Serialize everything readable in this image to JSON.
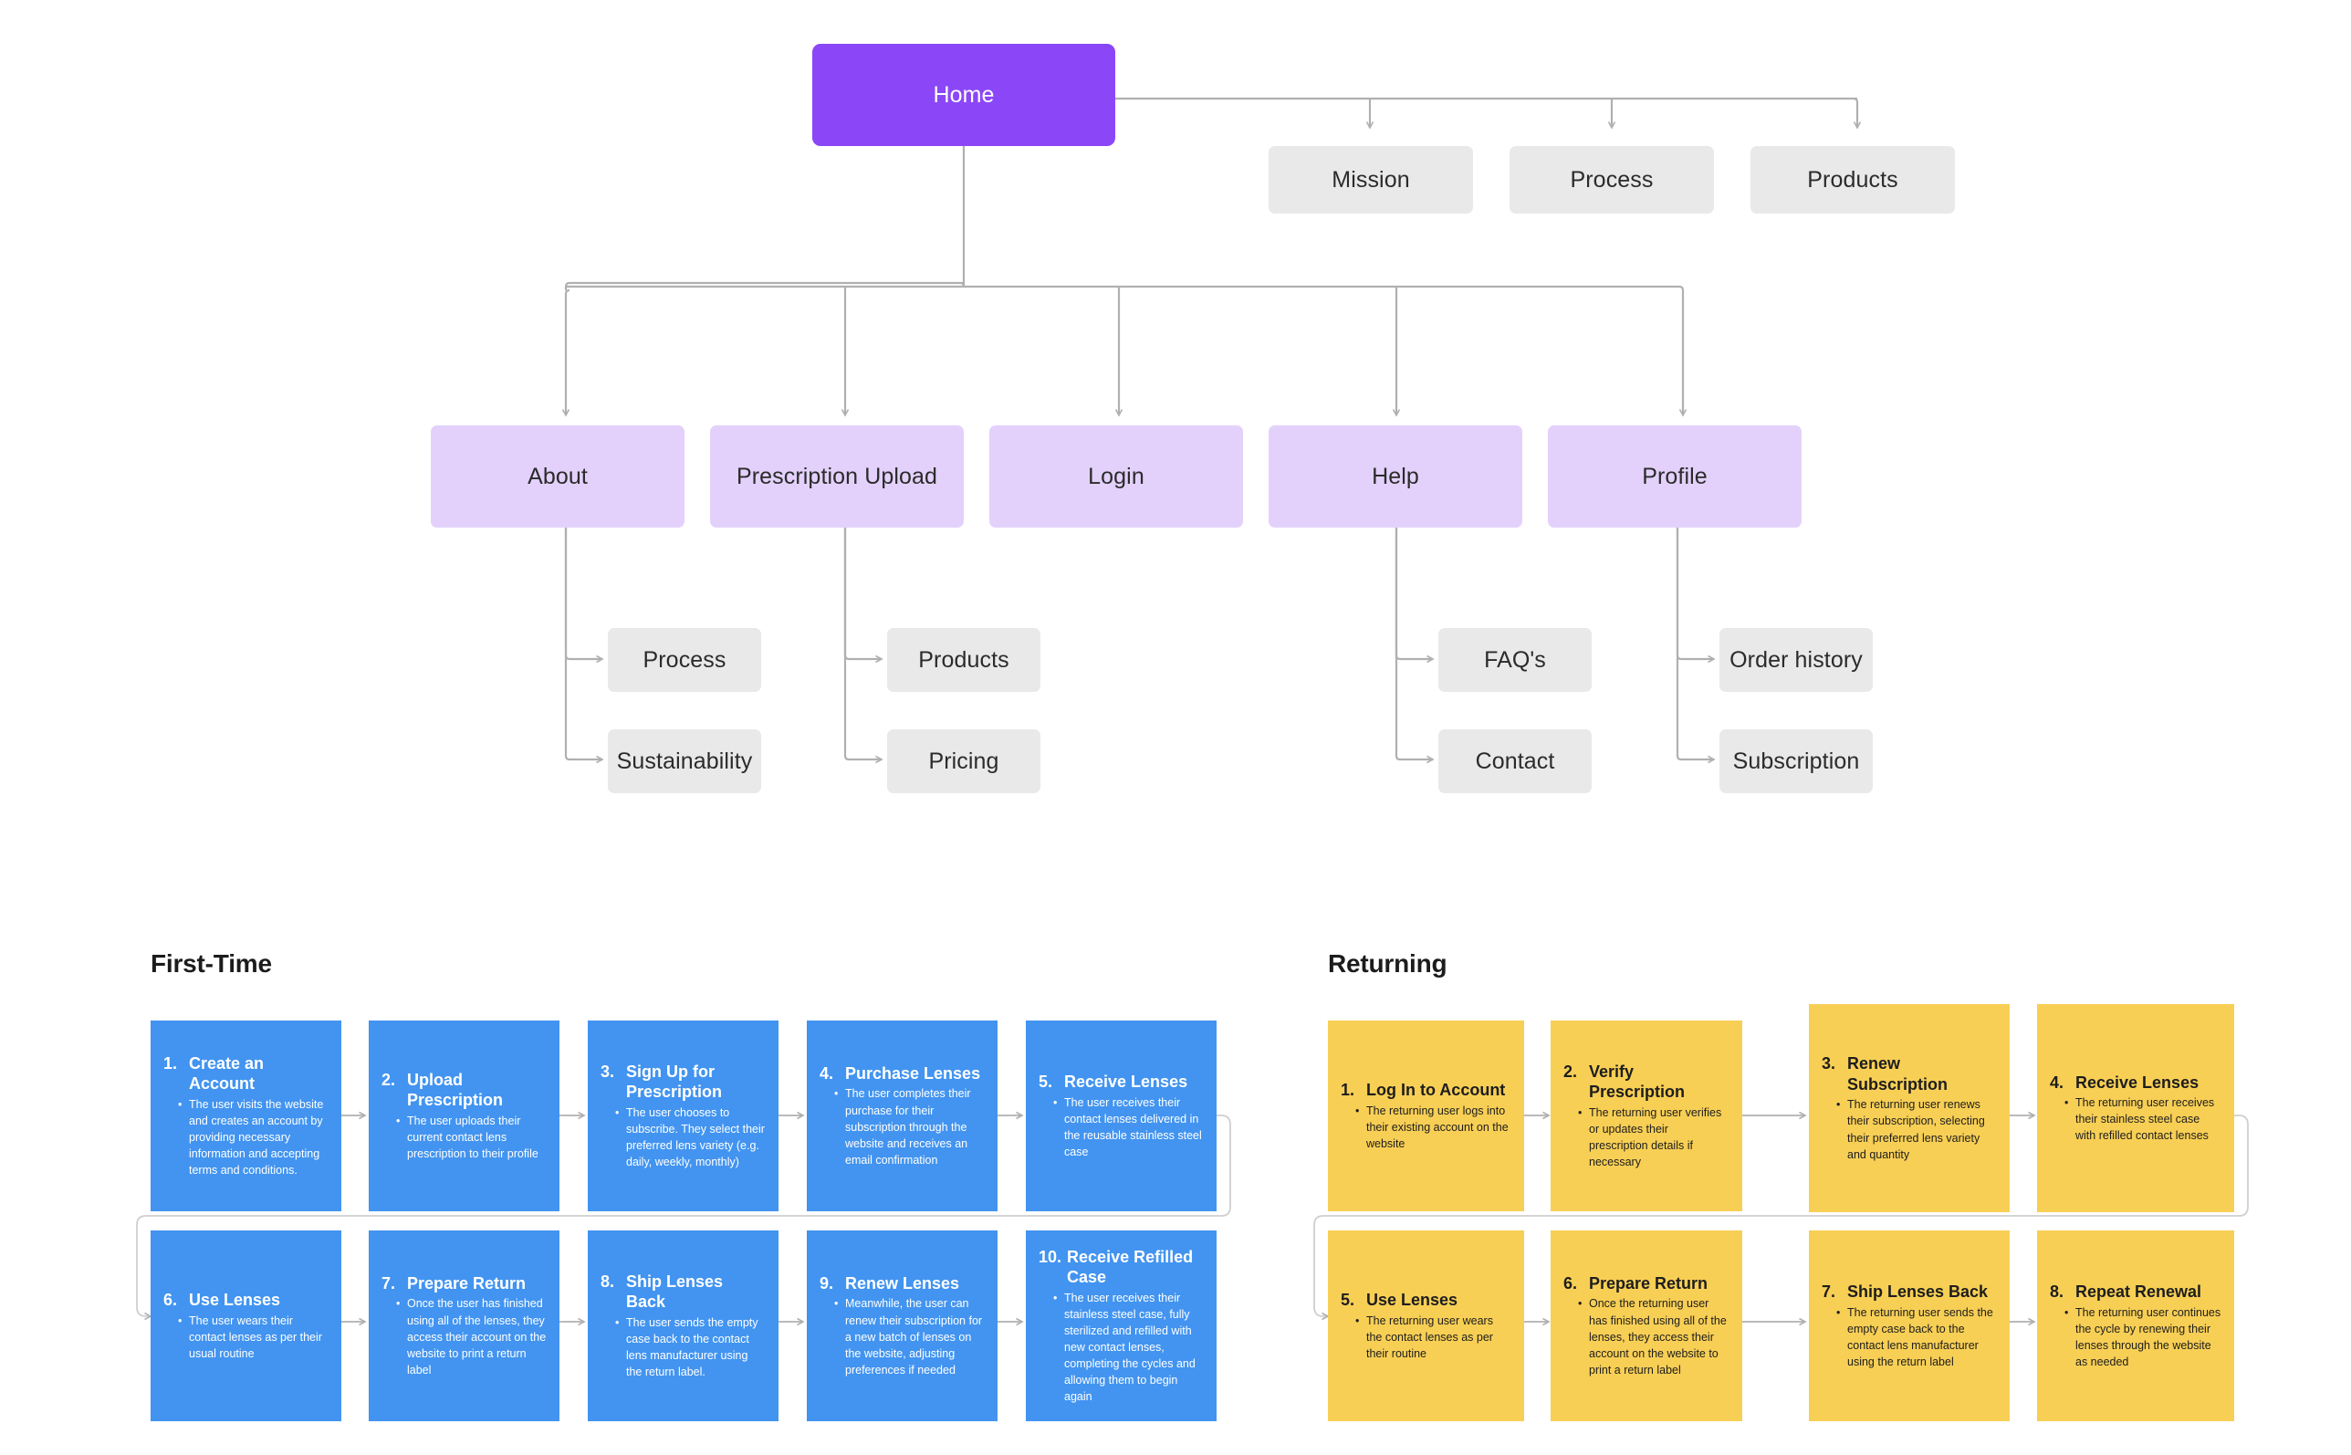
{
  "colors": {
    "root": "#8b47f7",
    "section": "#e3d1fb",
    "leaf": "#e9e9e9",
    "first_time_card": "#4294f0",
    "returning_card": "#f8cf55",
    "connector": "#b0b0b0",
    "page_background": "#ffffff"
  },
  "sitemap": {
    "root": {
      "label": "Home"
    },
    "top_level": [
      {
        "label": "Mission"
      },
      {
        "label": "Process"
      },
      {
        "label": "Products"
      }
    ],
    "sections": [
      {
        "label": "About"
      },
      {
        "label": "Prescription Upload"
      },
      {
        "label": "Login"
      },
      {
        "label": "Help"
      },
      {
        "label": "Profile"
      }
    ],
    "children": {
      "about": [
        {
          "label": "Process"
        },
        {
          "label": "Sustainability"
        }
      ],
      "prescription_upload": [
        {
          "label": "Products"
        },
        {
          "label": "Pricing"
        }
      ],
      "help": [
        {
          "label": "FAQ's"
        },
        {
          "label": "Contact"
        }
      ],
      "profile": [
        {
          "label": "Order history"
        },
        {
          "label": "Subscription"
        }
      ]
    }
  },
  "flows": [
    {
      "id": "first-time",
      "heading": "First-Time",
      "steps": [
        {
          "num": "1.",
          "title": "Create an Account",
          "body": "The user visits the website and creates an account by providing necessary information and accepting terms and conditions."
        },
        {
          "num": "2.",
          "title": "Upload Prescription",
          "body": "The user uploads their current contact lens prescription to their profile"
        },
        {
          "num": "3.",
          "title": "Sign Up for Prescription",
          "body": "The user chooses to subscribe. They select their preferred lens variety (e.g. daily, weekly, monthly)"
        },
        {
          "num": "4.",
          "title": "Purchase Lenses",
          "body": "The user completes their purchase for their subscription through the website and receives an email confirmation"
        },
        {
          "num": "5.",
          "title": "Receive Lenses",
          "body": "The user receives their contact lenses delivered in the reusable stainless steel case"
        },
        {
          "num": "6.",
          "title": "Use Lenses",
          "body": "The user wears their contact lenses as per their usual routine"
        },
        {
          "num": "7.",
          "title": "Prepare Return",
          "body": "Once the user has finished using all of the lenses, they access their account on the website to print a return label"
        },
        {
          "num": "8.",
          "title": "Ship Lenses Back",
          "body": "The user sends the empty case back to the contact lens manufacturer using the return label."
        },
        {
          "num": "9.",
          "title": "Renew Lenses",
          "body": "Meanwhile, the user can renew their subscription for a new batch of lenses on the website, adjusting preferences if needed"
        },
        {
          "num": "10.",
          "title": "Receive Refilled Case",
          "body": "The user receives their stainless steel case, fully sterilized and refilled with new contact lenses, completing the cycles and allowing them to begin again"
        }
      ]
    },
    {
      "id": "returning",
      "heading": "Returning",
      "steps": [
        {
          "num": "1.",
          "title": "Log In to Account",
          "body": "The returning user logs into their existing account on the website"
        },
        {
          "num": "2.",
          "title": "Verify Prescription",
          "body": "The returning user verifies or updates their prescription details if necessary"
        },
        {
          "num": "3.",
          "title": "Renew Subscription",
          "body": "The returning user renews their subscription, selecting their preferred lens variety and quantity"
        },
        {
          "num": "4.",
          "title": "Receive Lenses",
          "body": "The returning user receives their stainless steel case with refilled contact lenses"
        },
        {
          "num": "5.",
          "title": "Use Lenses",
          "body": "The returning user wears the contact lenses as per their routine"
        },
        {
          "num": "6.",
          "title": "Prepare Return",
          "body": "Once the returning user has finished using all of the lenses, they access their account on the website to print a return label"
        },
        {
          "num": "7.",
          "title": "Ship Lenses Back",
          "body": "The returning user sends the empty case back to the contact lens manufacturer using the return label"
        },
        {
          "num": "8.",
          "title": "Repeat Renewal",
          "body": "The returning user continues the cycle by renewing their lenses through the website as needed"
        }
      ]
    }
  ]
}
